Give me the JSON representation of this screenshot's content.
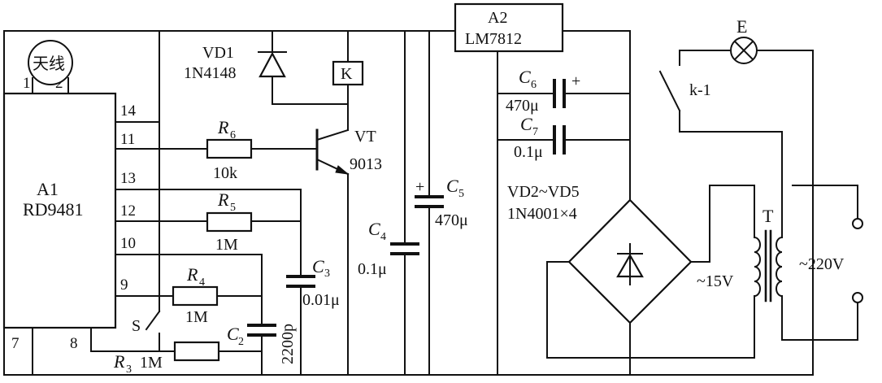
{
  "ic1": {
    "name": "A1",
    "part": "RD9481"
  },
  "antenna": {
    "label": "天线"
  },
  "pins": {
    "p1": "1",
    "p2": "2",
    "p14": "14",
    "p11": "11",
    "p13": "13",
    "p12": "12",
    "p10": "10",
    "p9": "9",
    "p7": "7",
    "p8": "8"
  },
  "ic2": {
    "name": "A2",
    "part": "LM7812"
  },
  "diode_vd1": {
    "name": "VD1",
    "part": "1N4148"
  },
  "relay": {
    "label": "K"
  },
  "transistor": {
    "name": "VT",
    "part": "9013"
  },
  "r6": {
    "name": "R",
    "sub": "6",
    "value": "10k"
  },
  "r5": {
    "name": "R",
    "sub": "5",
    "value": "1M"
  },
  "r4": {
    "name": "R",
    "sub": "4",
    "value": "1M"
  },
  "r3": {
    "name": "R",
    "sub": "3",
    "value": "1M"
  },
  "c2": {
    "name": "C",
    "sub": "2",
    "value": "2200p"
  },
  "c3": {
    "name": "C",
    "sub": "3",
    "value": "0.01μ"
  },
  "c4": {
    "name": "C",
    "sub": "4",
    "value": "0.1μ"
  },
  "c5": {
    "name": "C",
    "sub": "5",
    "value": "470μ",
    "polarity": "+"
  },
  "c6": {
    "name": "C",
    "sub": "6",
    "value": "470μ",
    "polarity": "+"
  },
  "c7": {
    "name": "C",
    "sub": "7",
    "value": "0.1μ"
  },
  "bridge": {
    "name": "VD2~VD5",
    "part": "1N4001×4"
  },
  "transformer": {
    "label": "T",
    "secondary": "~15V",
    "primary": "~220V"
  },
  "lamp": {
    "label": "E"
  },
  "relay_contact": {
    "label": "k-1"
  },
  "switch": {
    "label": "S"
  }
}
